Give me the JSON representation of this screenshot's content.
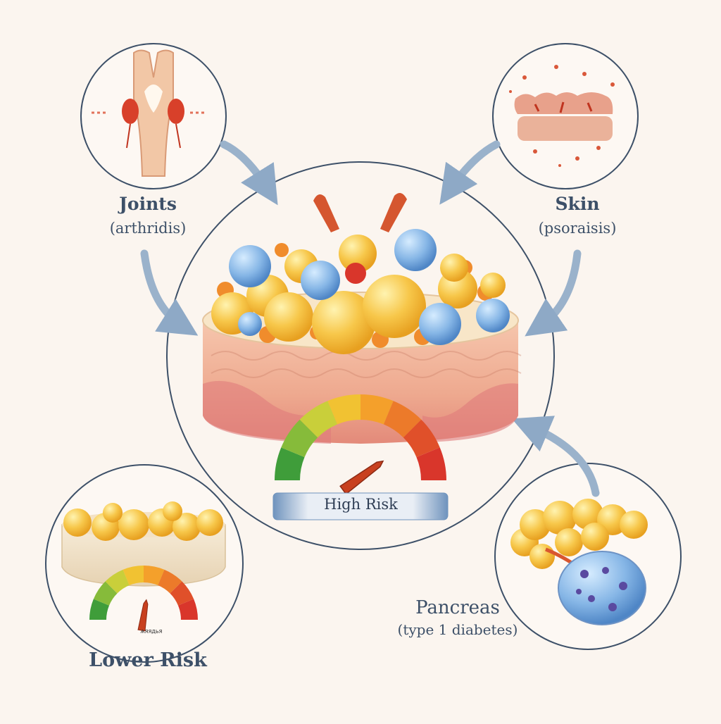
{
  "organs": {
    "joints": {
      "title": "Joints",
      "subtitle": "(arthridis)"
    },
    "skin": {
      "title": "Skin",
      "subtitle": "(psoraisis)"
    },
    "pancreas": {
      "title": "Pancreas",
      "subtitle": "(type 1 diabetes)"
    }
  },
  "main_gauge": {
    "label": "High Risk",
    "level": 0.8
  },
  "lower_gauge": {
    "label": "Lower Risk",
    "caption": "ѦЯЯДЬЯ",
    "level": 0.55
  },
  "colors": {
    "background": "#fbf5ef",
    "outline": "#3d5068",
    "arrow": "#9ab2cb",
    "fat": "#f5c044",
    "tissue": "#f0b99b",
    "immune_cell": "#8fb8e2",
    "gauge_low": "#4aa83a",
    "gauge_mid": "#f1c232",
    "gauge_high": "#d9362b"
  },
  "icons": [
    "joint-icon",
    "skin-icon",
    "pancreas-icon",
    "adipose-tissue-icon",
    "gauge-needle-icon"
  ]
}
